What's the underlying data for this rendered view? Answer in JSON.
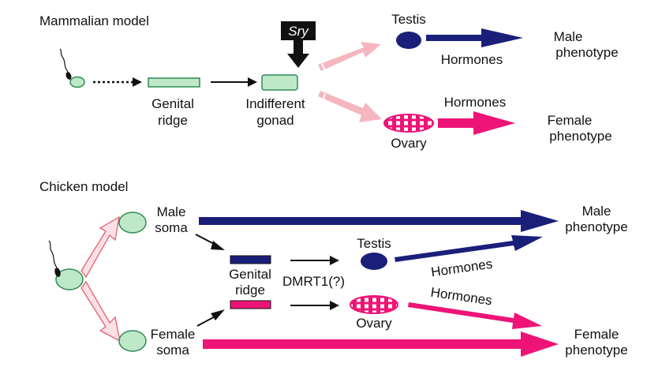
{
  "mammal": {
    "title": "Mammalian model",
    "genital_ridge_1": "Genital",
    "genital_ridge_2": "ridge",
    "indifferent_1": "Indifferent",
    "indifferent_2": "gonad",
    "sry": "Sry",
    "testis": "Testis",
    "ovary": "Ovary",
    "hormones_male": "Hormones",
    "hormones_female": "Hormones",
    "male_1": "Male",
    "male_2": "phenotype",
    "female_1": "Female",
    "female_2": "phenotype"
  },
  "chicken": {
    "title": "Chicken model",
    "male_soma_1": "Male",
    "male_soma_2": "soma",
    "female_soma_1": "Female",
    "female_soma_2": "soma",
    "genital_1": "Genital",
    "genital_2": "ridge",
    "dmrt1": "DMRT1(?)",
    "testis": "Testis",
    "ovary": "Ovary",
    "hormones_male": "Hormones",
    "hormones_female": "Hormones",
    "male_1": "Male",
    "male_2": "phenotype",
    "female_1": "Female",
    "female_2": "phenotype"
  },
  "colors": {
    "navy": "#1a1f7a",
    "magenta": "#ee1477",
    "pink_light": "#f6b6c0",
    "green_fill": "#bfe8c8",
    "green_stroke": "#2e8b57",
    "black": "#111111"
  }
}
